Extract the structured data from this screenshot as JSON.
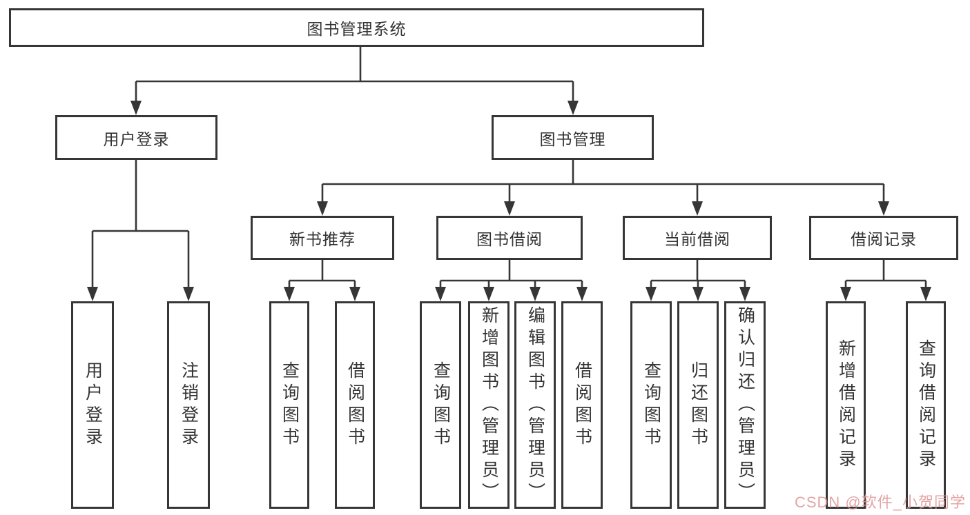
{
  "diagram": {
    "type": "hierarchy-tree",
    "colors": {
      "background": "#ffffff",
      "box_border": "#363636",
      "text": "#333333",
      "connector": "#363636",
      "watermark": "#de9494"
    },
    "tree": {
      "label": "图书管理系统",
      "children": [
        {
          "label": "用户登录",
          "children": [
            {
              "label": "用户登录"
            },
            {
              "label": "注销登录"
            }
          ]
        },
        {
          "label": "图书管理",
          "children": [
            {
              "label": "新书推荐",
              "children": [
                {
                  "label": "查询图书"
                },
                {
                  "label": "借阅图书"
                }
              ]
            },
            {
              "label": "图书借阅",
              "children": [
                {
                  "label": "查询图书"
                },
                {
                  "label": "新增图书（管理员）"
                },
                {
                  "label": "编辑图书（管理员）"
                },
                {
                  "label": "借阅图书"
                }
              ]
            },
            {
              "label": "当前借阅",
              "children": [
                {
                  "label": "查询图书"
                },
                {
                  "label": "归还图书"
                },
                {
                  "label": "确认归还（管理员）"
                }
              ]
            },
            {
              "label": "借阅记录",
              "children": [
                {
                  "label": "新增借阅记录"
                },
                {
                  "label": "查询借阅记录"
                }
              ]
            }
          ]
        }
      ]
    }
  },
  "watermark": {
    "text": "CSDN @软件_小贺同学"
  }
}
